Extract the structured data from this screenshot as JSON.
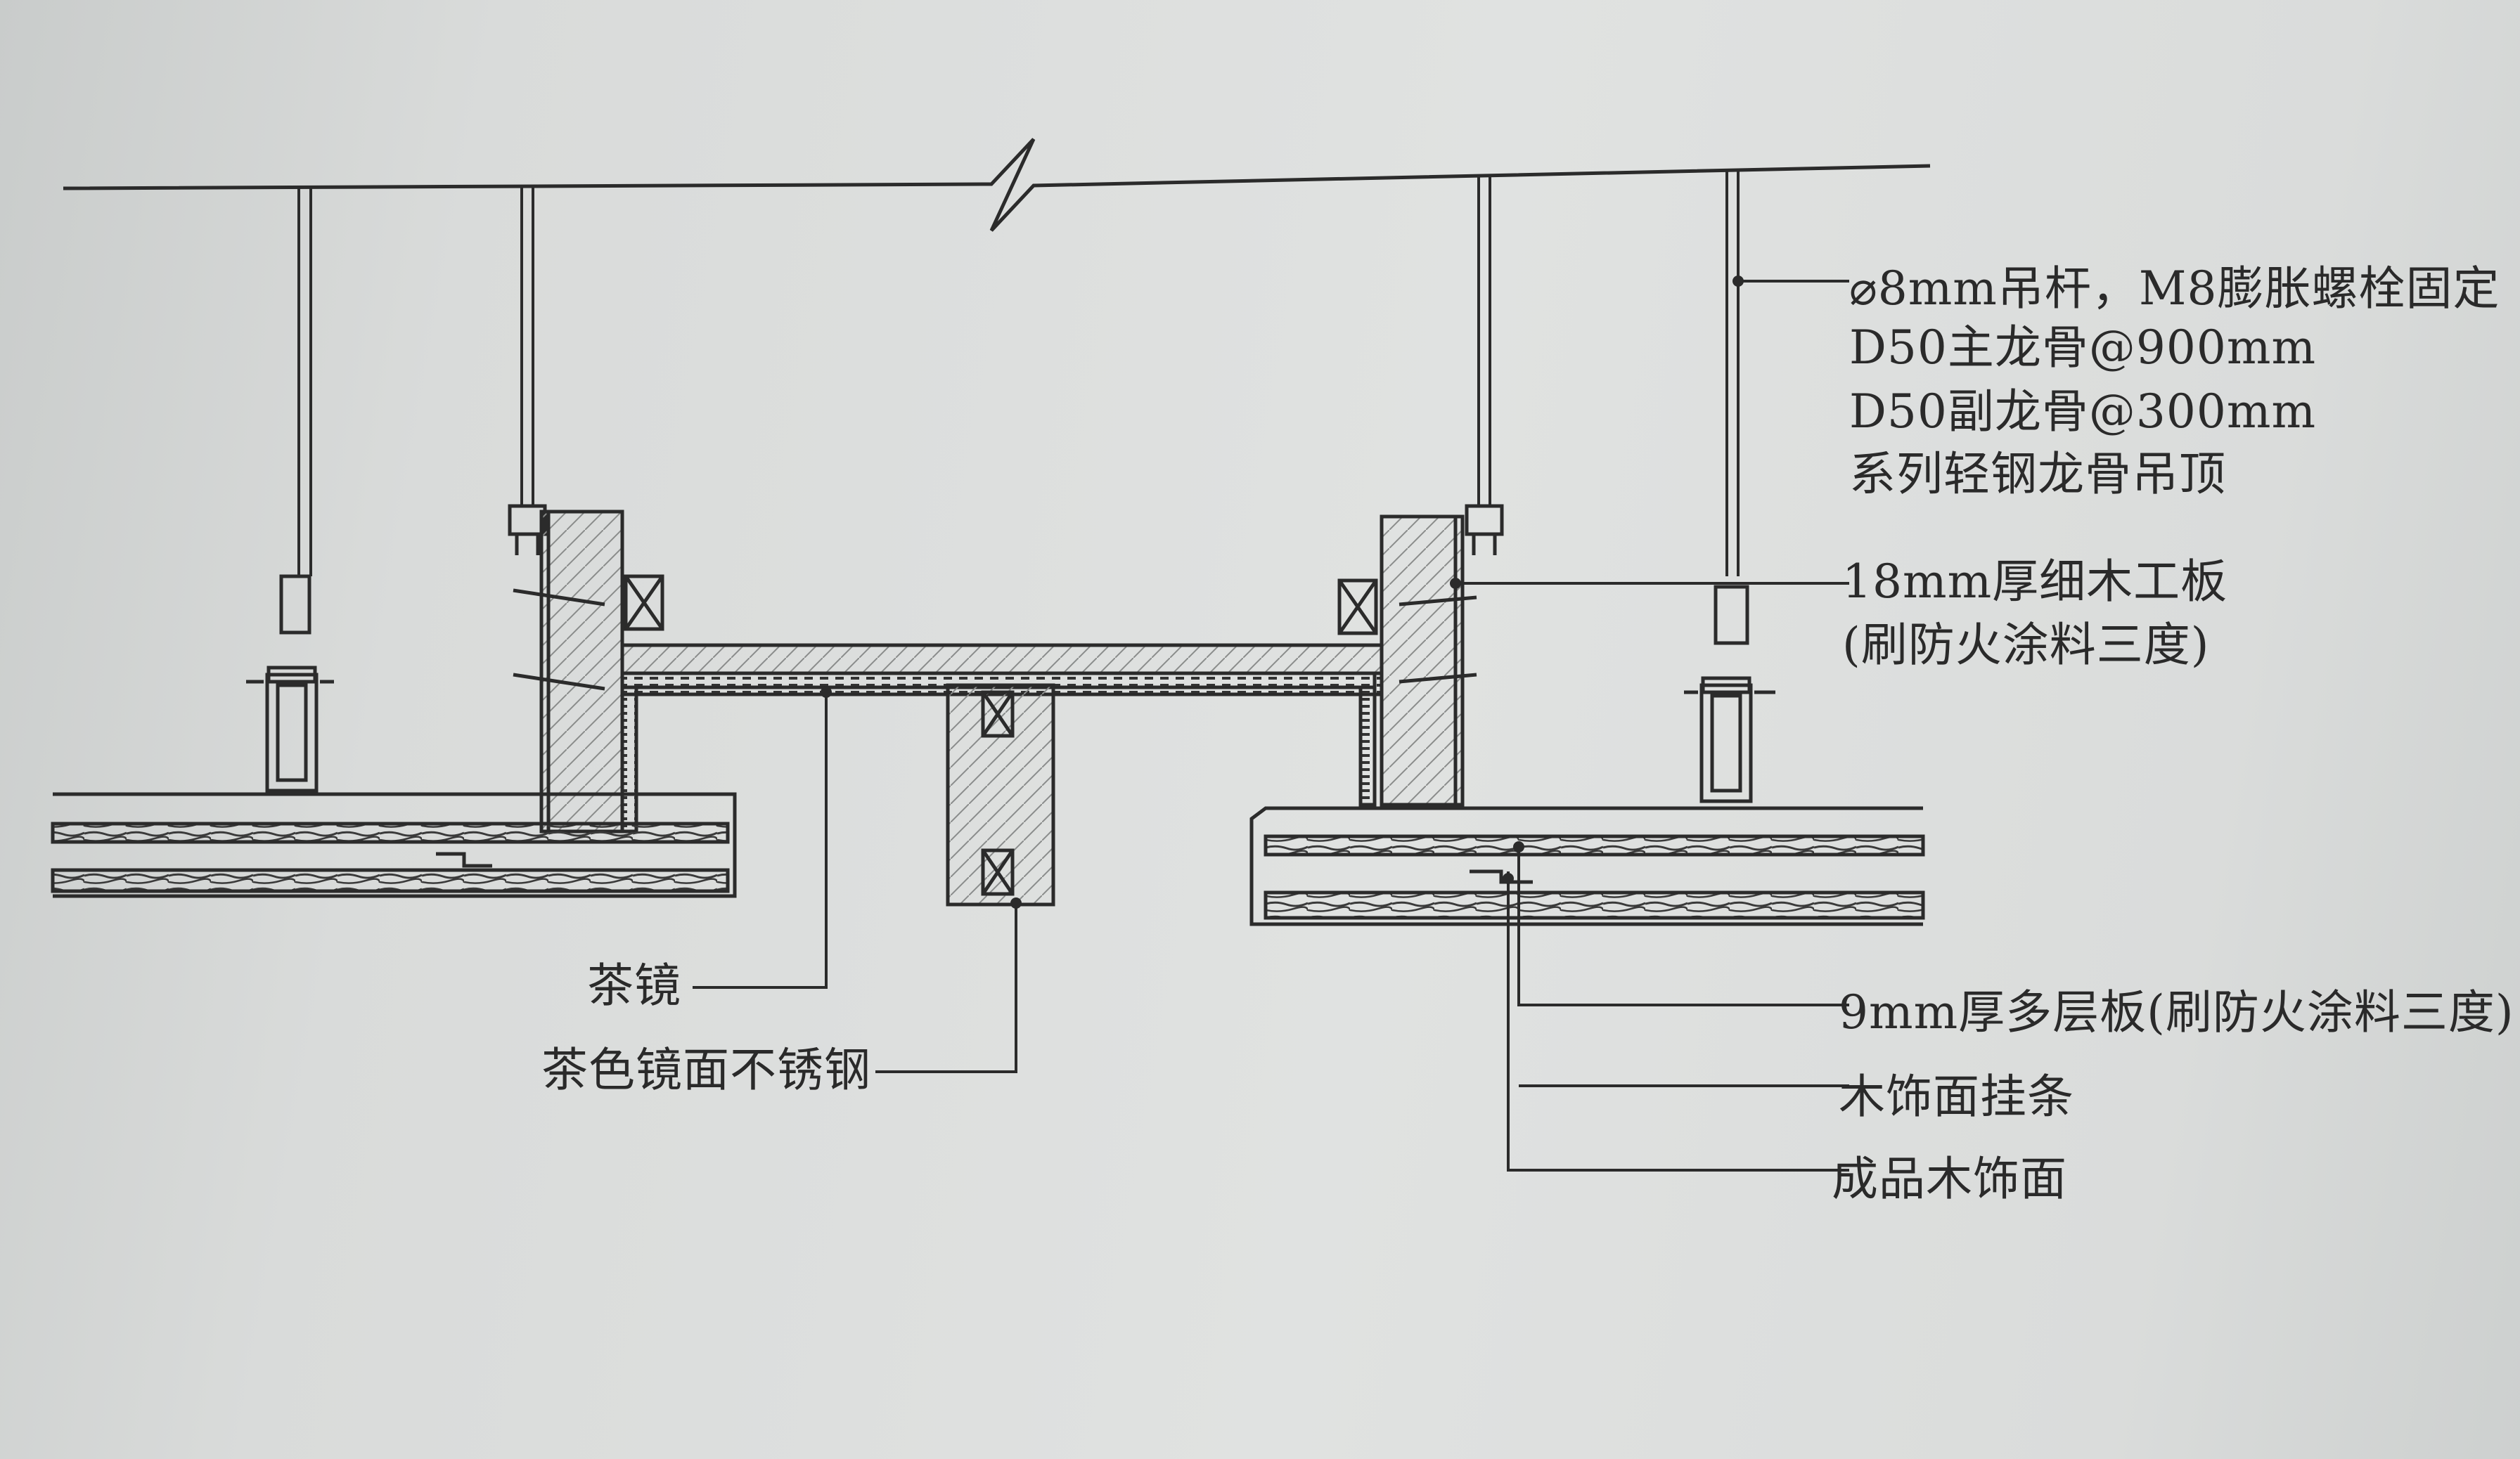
{
  "callouts": {
    "hanger_rod": "⌀8mm吊杆，M8膨胀螺栓固定",
    "main_keel": "D50主龙骨@900mm",
    "secondary_keel": "D50副龙骨@300mm",
    "keel_series": "系列轻钢龙骨吊顶",
    "plywood_18": "18mm厚细木工板",
    "plywood_18_note": "(刷防火涂料三度)",
    "tea_mirror": "茶镜",
    "stainless": "茶色镜面不锈钢",
    "multilayer_9": "9mm厚多层板(刷防火涂料三度)",
    "wood_strip": "木饰面挂条",
    "wood_finish": "成品木饰面"
  },
  "colors": {
    "line": "#2b2b2b",
    "paper": "#dcdedd",
    "wood_fill": "#d0d2d1"
  }
}
